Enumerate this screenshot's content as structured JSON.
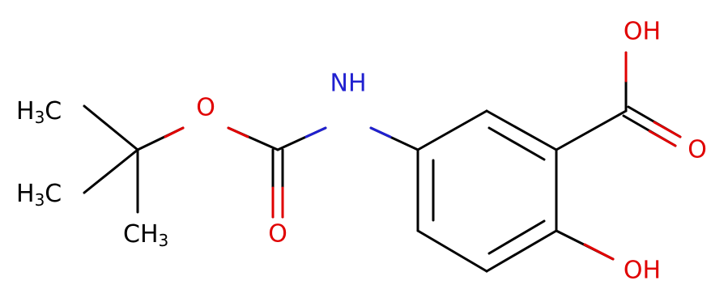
{
  "colors": {
    "carbon": "#000000",
    "oxygen": "#e00000",
    "nitrogen": "#2020d0"
  },
  "labels": {
    "h3c_top": {
      "main": "H",
      "sub": "3",
      "tail": "C"
    },
    "h3c_mid": {
      "main": "H",
      "sub": "3",
      "tail": "C"
    },
    "ch3_bottom": {
      "main": "CH",
      "sub": "3"
    },
    "ester_o": "O",
    "carbonyl_o": "O",
    "nh": "NH",
    "acid_oh": "OH",
    "acid_o": "O",
    "phenol_oh": "OH"
  }
}
